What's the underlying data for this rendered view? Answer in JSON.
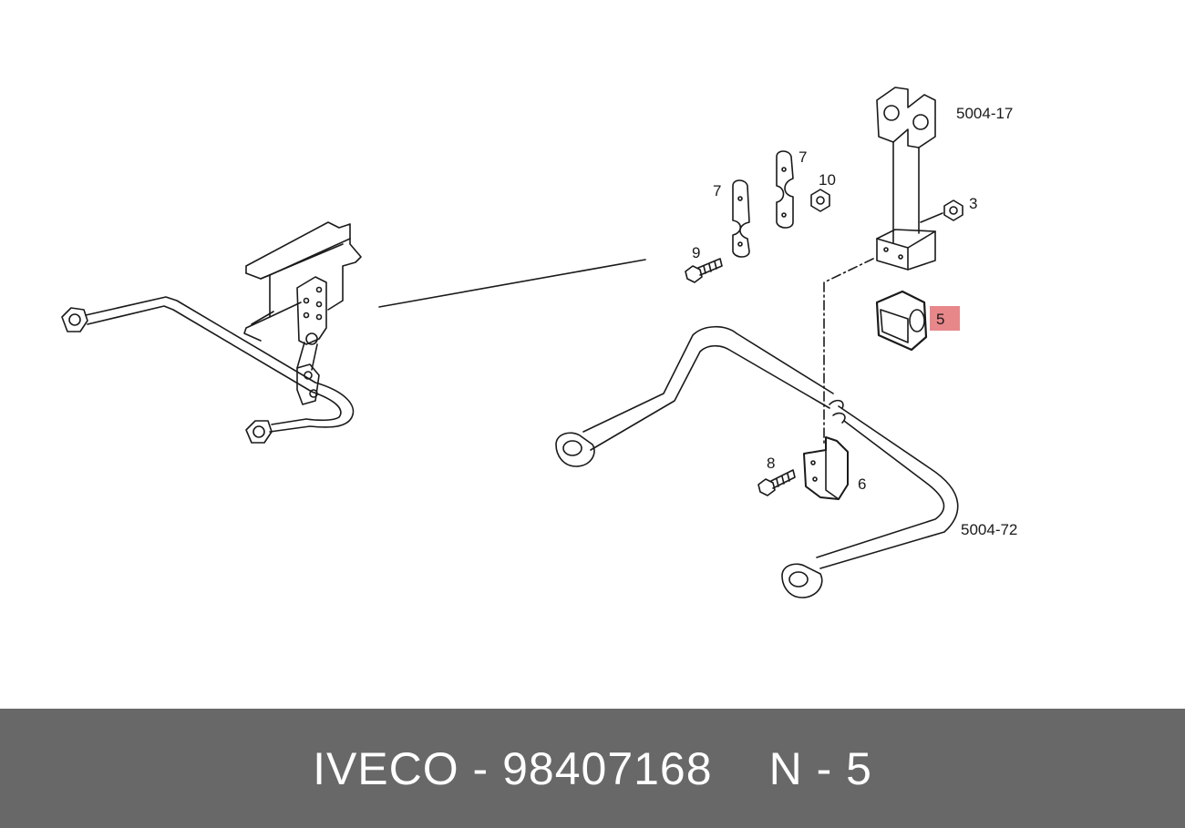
{
  "diagram": {
    "labels": {
      "part_5004_17": "5004-17",
      "part_5004_72": "5004-72",
      "callout_3": "3",
      "callout_5": "5",
      "callout_6": "6",
      "callout_7a": "7",
      "callout_7b": "7",
      "callout_8": "8",
      "callout_9": "9",
      "callout_10": "10"
    },
    "highlight_color": "#e8878a",
    "line_color": "#1a1a1a"
  },
  "footer": {
    "part_info": "IVECO - 98407168",
    "position_info": "N - 5",
    "background": "#686868"
  }
}
